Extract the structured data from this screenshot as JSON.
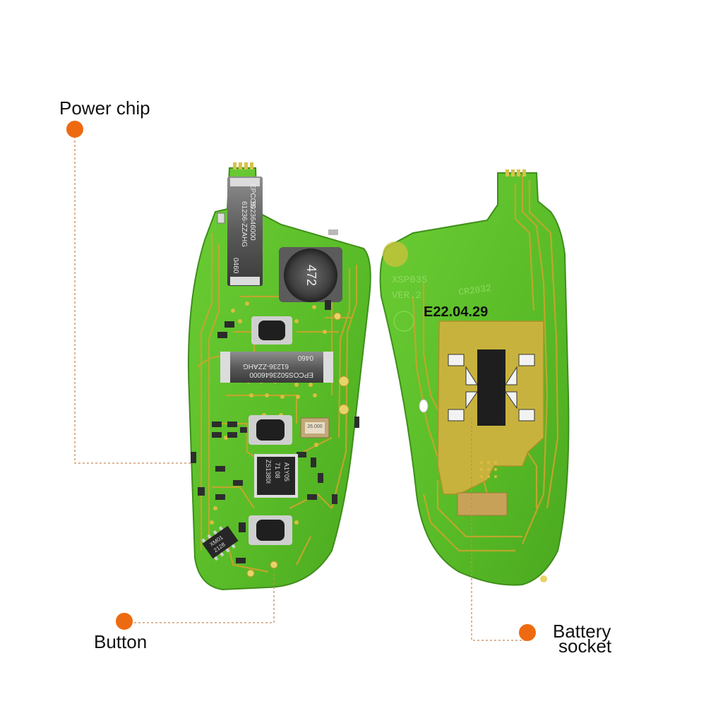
{
  "callouts": {
    "power_chip": "Power chip",
    "button": "Button",
    "battery_line1": "Battery",
    "battery_line2": "socket"
  },
  "board_markings": {
    "pcb_id": "XSP035",
    "version": "VER.2",
    "battery_type": "CR2032",
    "date_code": "E22.04.29",
    "inductor_code": "472",
    "coil_top_brand": "EPCOS",
    "coil_top_line1": "5023646000",
    "coil_top_line2": "61236-ZZAHG",
    "coil_top_line3": "0460",
    "coil_mid_brand": "EPCOS",
    "coil_mid_line1": "5023646000",
    "coil_mid_line2": "61236-ZZAHG",
    "coil_mid_line3": "0460",
    "crystal_code": "26.000",
    "mcu_line1": "A1Y05",
    "mcu_line2": "71 08",
    "mcu_line3": "ZS1380I",
    "small_ic_line1": "XM01",
    "small_ic_line2": "2128"
  },
  "colors": {
    "pcb_green": "#5ec12a",
    "trace_gold": "#c9a52c",
    "pad_gold": "#c8b23e",
    "callout_orange": "#ee6a10"
  }
}
